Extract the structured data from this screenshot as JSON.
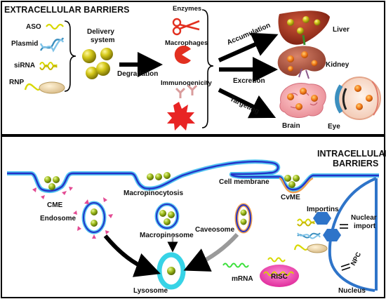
{
  "extracellular": {
    "heading": "EXTRACELLULAR BARRIERS",
    "cargo": [
      "ASO",
      "Plasmid",
      "siRNA",
      "RNP"
    ],
    "delivery_system": [
      "Delivery",
      "system"
    ],
    "degradation": "Degradation",
    "agents": [
      "Enzymes",
      "Macrophages",
      "Immunogenicity"
    ],
    "fates": [
      "Accumulation",
      "Excretion",
      "Targeting"
    ],
    "organs": [
      "Liver",
      "Kidney",
      "Brain",
      "Eye"
    ]
  },
  "intracellular": {
    "heading": [
      "INTRACELLULAR",
      "BARRIERS"
    ],
    "cell_membrane": "Cell membrane",
    "uptake": [
      "CME",
      "Macropinocytosis",
      "CvME"
    ],
    "vesicles": [
      "Endosome",
      "Macropinosome",
      "Caveosome",
      "Lysosome"
    ],
    "importins": "Importins",
    "nuclear_import": [
      "Nuclear",
      "import"
    ],
    "npc": "NPC",
    "mrna": "mRNA",
    "risc": "RISC",
    "nucleus": "Nucleus"
  },
  "colors": {
    "nanoparticle": "#b7ae10",
    "arrow": "#000000",
    "membrane_blue": "#2432c8",
    "membrane_light": "#52c3f0",
    "membrane_orange": "#f0a050",
    "receptor_pink": "#e34b93",
    "lysosome": "#37d3e6",
    "risc": "#ee4fb5",
    "importin": "#2e74c9",
    "aso_yellow": "#d8d800",
    "plasmid_teal": "#3b8fbf",
    "red": "#e23020"
  }
}
